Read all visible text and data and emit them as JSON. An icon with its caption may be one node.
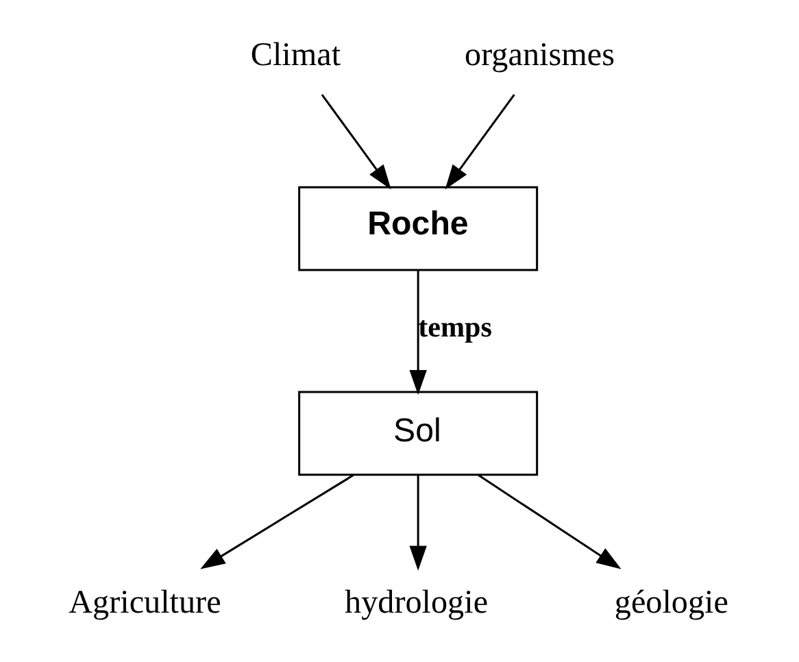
{
  "diagram": {
    "nodes": [
      {
        "text": [
          "Climat"
        ]
      },
      {
        "text": [
          "organismes"
        ]
      },
      {
        "text": [
          "Roche"
        ]
      },
      {
        "text": [
          "Sol"
        ]
      },
      {
        "text": [
          "Agriculture"
        ]
      },
      {
        "text": [
          "hydrologie"
        ]
      },
      {
        "text": [
          "géologie"
        ]
      }
    ],
    "edges": [
      {
        "from": 0,
        "to": 2,
        "arrow": "to"
      },
      {
        "from": 1,
        "to": 2,
        "arrow": "to"
      },
      {
        "from": 2,
        "to": 3,
        "arrow": "to",
        "label": "temps"
      },
      {
        "from": 3,
        "to": 4,
        "arrow": "to"
      },
      {
        "from": 3,
        "to": 5,
        "arrow": "to"
      },
      {
        "from": 3,
        "to": 6,
        "arrow": "to"
      }
    ]
  }
}
